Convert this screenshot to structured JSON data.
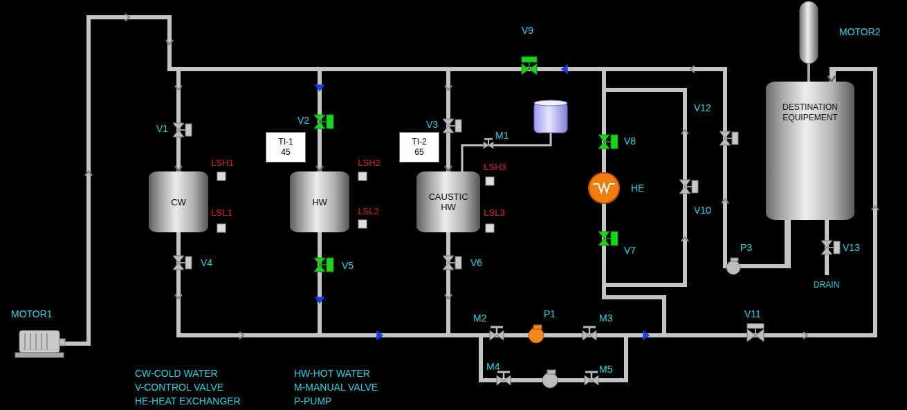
{
  "diagram": {
    "nodes": [
      {
        "text": [
          "CW"
        ]
      },
      {
        "text": [
          "TI-1",
          "45"
        ]
      },
      {
        "text": [
          "HW"
        ]
      },
      {
        "text": [
          "TI-2",
          "65"
        ]
      },
      {
        "text": [
          "CAUSTIC HW"
        ]
      },
      {
        "text": [
          "DESTINATION EQUIPEMENT"
        ]
      }
    ],
    "edges": [
      {
        "from": 0,
        "to": 5,
        "arrow": "to"
      },
      {
        "from": 2,
        "to": 5,
        "arrow": "to"
      },
      {
        "from": 4,
        "to": 5,
        "arrow": "to"
      },
      {
        "from": 5,
        "to": 0,
        "arrow": "to"
      },
      {
        "from": 5,
        "to": 2,
        "arrow": "to"
      },
      {
        "from": 5,
        "to": 4,
        "arrow": "to"
      }
    ],
    "labels": [
      "V9",
      "MOTOR2",
      "V12",
      "V1",
      "V2",
      "V3",
      "M1",
      "V8",
      "LSH1",
      "LSH2",
      "LSH3",
      "HE",
      "V10",
      "LSL1",
      "LSL2",
      "LSL3",
      "V7",
      "P3",
      "V13",
      "V4",
      "V5",
      "V6",
      "DRAIN",
      "V11",
      "MOTOR1",
      "M2",
      "P1",
      "M3",
      "M4",
      "M5",
      "CW-COLD WATER",
      "V-CONTROL VALVE",
      "HE-HEAT EXCHANGER",
      "HW-HOT WATER",
      "M-MANUAL VALVE",
      "P-PUMP"
    ]
  }
}
